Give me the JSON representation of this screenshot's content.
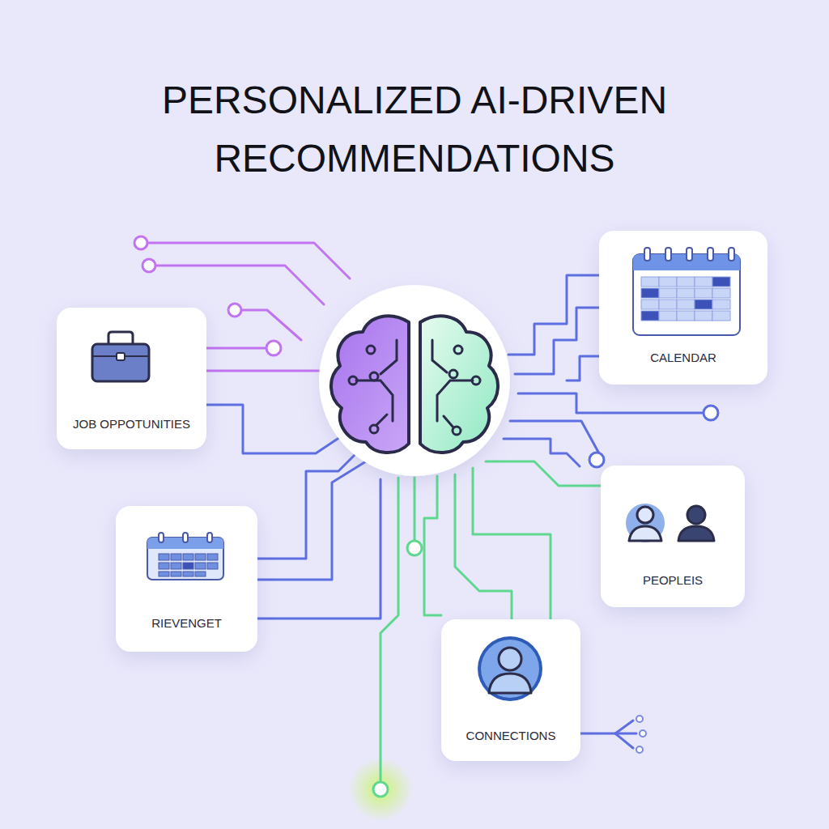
{
  "diagram": {
    "title": "PERSONALIZED AI-DRIVEN RECOMMENDATIONS",
    "nodes": [
      {
        "text": [
          "CALENDAR"
        ]
      },
      {
        "text": [
          "JOB OPPOTUNITIES"
        ]
      },
      {
        "text": [
          "PEOPLEIS"
        ]
      },
      {
        "text": [
          "RIEVENGET"
        ]
      },
      {
        "text": [
          "CONNECTIONS"
        ]
      }
    ]
  }
}
